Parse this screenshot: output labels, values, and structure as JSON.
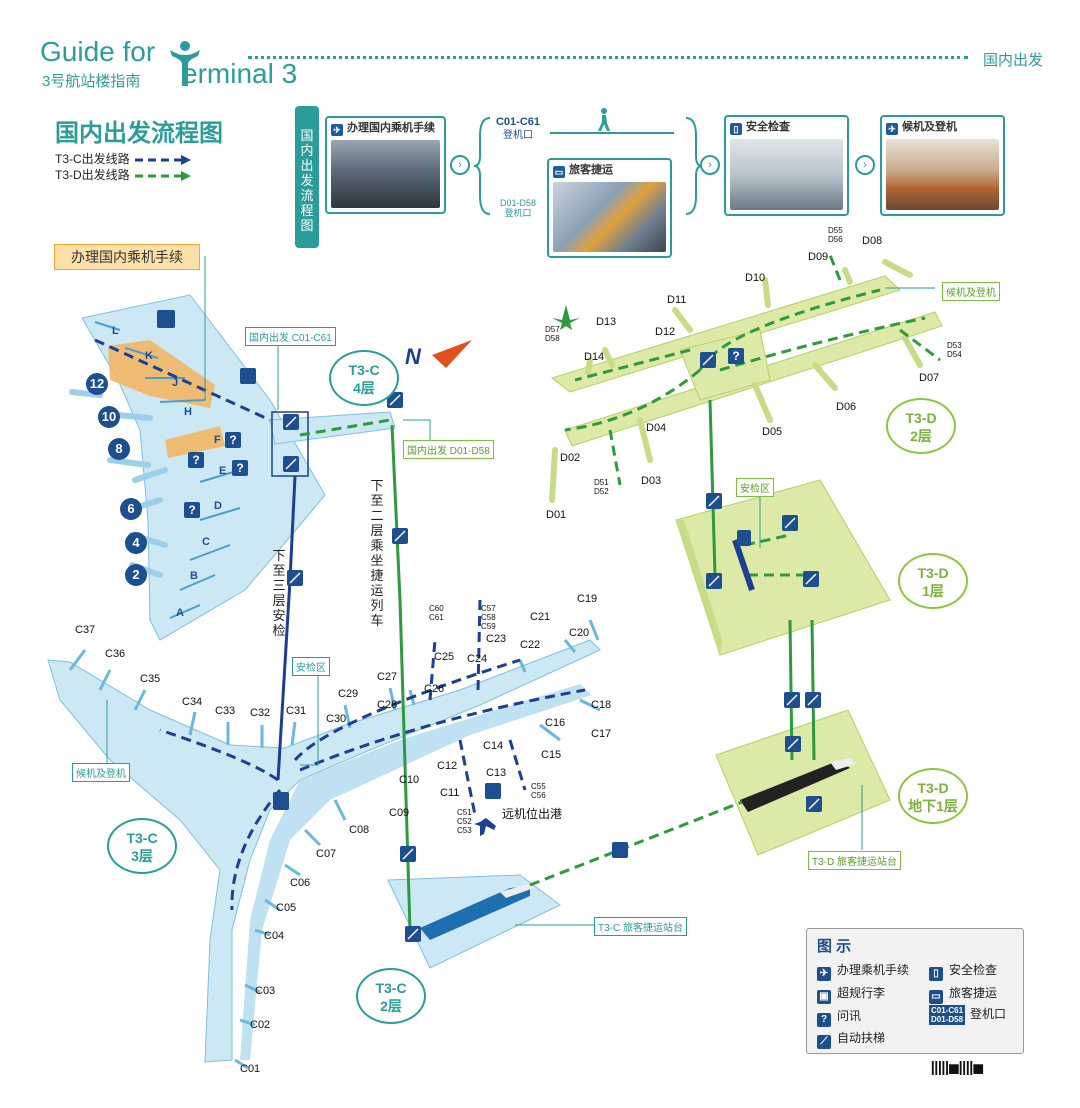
{
  "header": {
    "guide_for": "Guide for",
    "subtitle_cn": "3号航站楼指南",
    "terminal": "erminal 3",
    "section": "国内出发"
  },
  "flow": {
    "title": "国内出发流程图",
    "legend_c": "T3-C出发线路",
    "legend_d": "T3-D出发线路",
    "vertical_tab": "国内出发流程图",
    "step_checkin": "办理国内乘机手续",
    "gates_c": "C01-C61",
    "gates_c_sub": "登机口",
    "gates_d": "D01-D58",
    "gates_d_sub": "登机口",
    "step_train": "旅客捷运",
    "step_security": "安全检查",
    "step_boarding": "候机及登机"
  },
  "map": {
    "checkin_tab": "办理国内乘机手续",
    "label_c_departure": "国内出发 C01-C61",
    "label_d_departure": "国内出发 D01-D58",
    "label_security_c": "安检区",
    "label_security_d": "安检区",
    "label_wait_c": "候机及登机",
    "label_wait_d": "候机及登机",
    "label_train_c": "T3-C 旅客捷运站台",
    "label_train_d": "T3-D 旅客捷运站台",
    "down_3f": "下至三层安检",
    "down_2f": "下至二层乘坐捷运列车",
    "remote": "远机位出港",
    "north": "N",
    "zones": {
      "c4": [
        "T3-C",
        "4层"
      ],
      "c3": [
        "T3-C",
        "3层"
      ],
      "c2": [
        "T3-C",
        "2层"
      ],
      "d2": [
        "T3-D",
        "2层"
      ],
      "d1": [
        "T3-D",
        "1层"
      ],
      "db1": [
        "T3-D",
        "地下1层"
      ]
    },
    "counter_rows": [
      "L",
      "K",
      "J",
      "H",
      "F",
      "E",
      "D",
      "C",
      "B",
      "A"
    ],
    "bubbles": [
      "12",
      "10",
      "8",
      "6",
      "4",
      "2"
    ],
    "gates_c": [
      "C37",
      "C36",
      "C35",
      "C34",
      "C33",
      "C32",
      "C31",
      "C30",
      "C29",
      "C28",
      "C27",
      "C26",
      "C25",
      "C24",
      "C23",
      "C22",
      "C21",
      "C20",
      "C19",
      "C18",
      "C17",
      "C16",
      "C15",
      "C14",
      "C13",
      "C12",
      "C11",
      "C10",
      "C09",
      "C08",
      "C07",
      "C06",
      "C05",
      "C04",
      "C03",
      "C02",
      "C01"
    ],
    "gates_c_remote": [
      "C60",
      "C61",
      "C57",
      "C58",
      "C59",
      "C55",
      "C56",
      "C51",
      "C52",
      "C53"
    ],
    "gates_d": [
      "D57",
      "D58",
      "D13",
      "D14",
      "D11",
      "D12",
      "D10",
      "D09",
      "D55",
      "D56",
      "D08",
      "D53",
      "D54",
      "D07",
      "D06",
      "D05",
      "D04",
      "D03",
      "D02",
      "D01",
      "D51",
      "D52"
    ]
  },
  "legend": {
    "title": "图 示",
    "checkin": "办理乘机手续",
    "security": "安全检查",
    "oversize": "超规行李",
    "train": "旅客捷运",
    "info": "问讯",
    "gate_codes": [
      "C01-C61",
      "D01-D58"
    ],
    "gate": "登机口",
    "escalator": "自动扶梯"
  },
  "colors": {
    "teal": "#2a9d9b",
    "navy": "#1d4e8f",
    "green": "#2e9a3e",
    "light_green": "#dde9a6",
    "light_blue": "#c9e6f5",
    "orange": "#f4b35c"
  },
  "bottom_notice": "IIIII■IIII■"
}
